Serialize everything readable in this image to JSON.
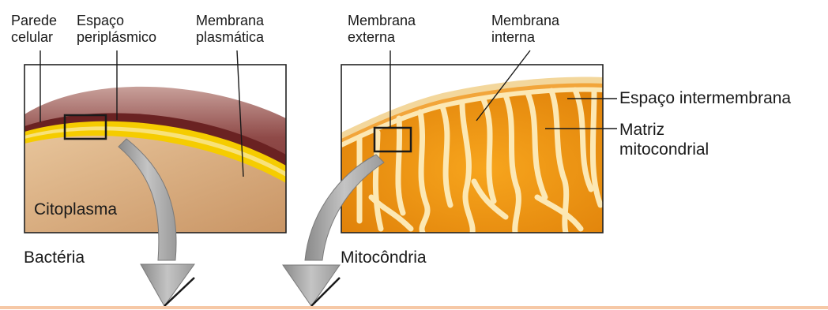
{
  "bacteria": {
    "labels": {
      "cell_wall": "Parede\ncelular",
      "periplasmic_space": "Espaço\nperiplásmico",
      "plasma_membrane": "Membrana\nplasmática",
      "cytoplasm": "Citoplasma"
    },
    "caption": "Bactéria"
  },
  "mitochondrion": {
    "labels": {
      "outer_membrane": "Membrana\nexterna",
      "inner_membrane": "Membrana\ninterna",
      "intermembrane_space": "Espaço intermembrana",
      "matrix": "Matriz\nmitocondrial"
    },
    "caption": "Mitocôndria"
  },
  "colors": {
    "cell_wall": "#7a2c2c",
    "membrane_yellow": "#f5cc00",
    "cytoplasm": "#d8ab7e",
    "mito_orange": "#ef9410",
    "mito_cristae": "#fce8b4",
    "arrow_gray": "#9a9a9a",
    "accent_rule": "#f6c8a6"
  }
}
